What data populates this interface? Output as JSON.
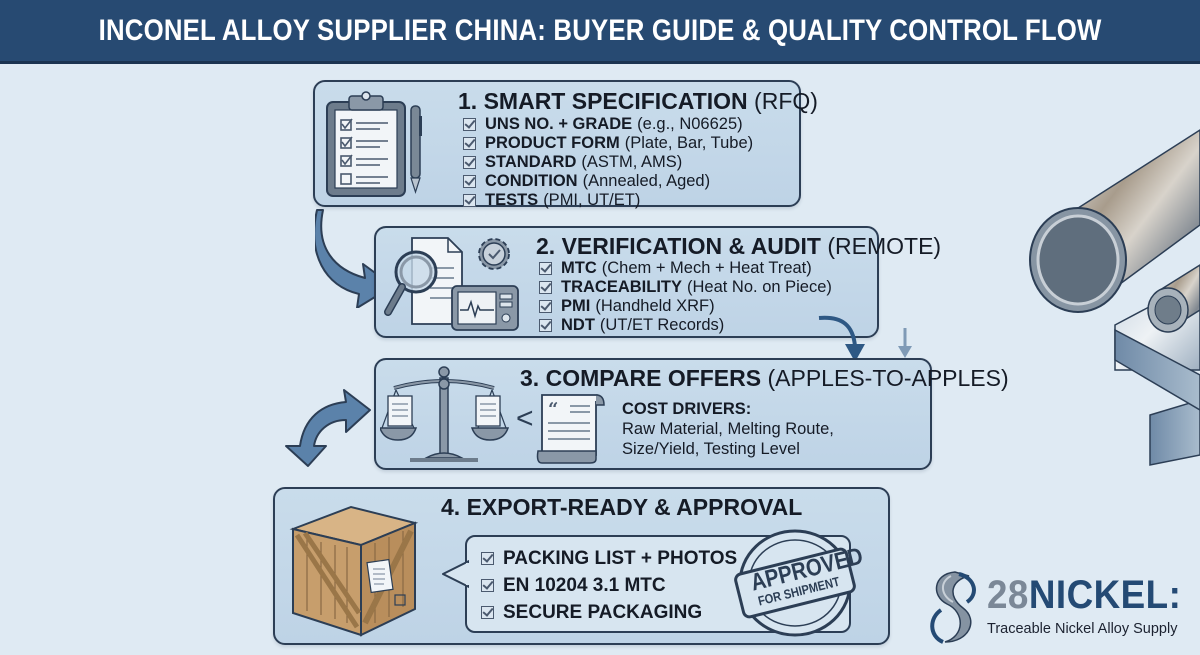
{
  "header": {
    "title": "INCONEL ALLOY SUPPLIER CHINA: BUYER GUIDE & QUALITY CONTROL FLOW"
  },
  "colors": {
    "header_bg": "#274a72",
    "page_bg": "#dfeaf3",
    "step_bg": "#c4d8e9",
    "border": "#2c3e55",
    "arrow": "#5b82aa",
    "brand": "#244a74"
  },
  "steps": [
    {
      "number": "1.",
      "title": "SMART SPECIFICATION",
      "subtitle": "(RFQ)",
      "icon": "clipboard-checklist-icon",
      "items": [
        {
          "label": "UNS NO. + GRADE",
          "detail": "(e.g., N06625)"
        },
        {
          "label": "PRODUCT FORM",
          "detail": "(Plate, Bar, Tube)"
        },
        {
          "label": "STANDARD",
          "detail": "(ASTM, AMS)"
        },
        {
          "label": "CONDITION",
          "detail": "(Annealed, Aged)"
        },
        {
          "label": "TESTS",
          "detail": "(PMI, UT/ET)"
        }
      ]
    },
    {
      "number": "2.",
      "title": "VERIFICATION & AUDIT",
      "subtitle": "(REMOTE)",
      "icon": "document-magnifier-gear-monitor-icon",
      "items": [
        {
          "label": "MTC",
          "detail": "(Chem + Mech + Heat Treat)"
        },
        {
          "label": "TRACEABILITY",
          "detail": "(Heat No. on Piece)"
        },
        {
          "label": "PMI",
          "detail": "(Handheld XRF)"
        },
        {
          "label": "NDT",
          "detail": "(UT/ET Records)"
        }
      ]
    },
    {
      "number": "3.",
      "title": "COMPARE OFFERS",
      "subtitle": "(APPLES-TO-APPLES)",
      "icon": "balance-scale-icon",
      "cost_heading": "COST DRIVERS:",
      "cost_line1": "Raw Material, Melting Route,",
      "cost_line2": "Size/Yield, Testing Level"
    },
    {
      "number": "4.",
      "title": "EXPORT-READY & APPROVAL",
      "icon": "wooden-crate-icon",
      "items": [
        {
          "label": "PACKING LIST + PHOTOS"
        },
        {
          "label": "EN 10204 3.1 MTC"
        },
        {
          "label": "SECURE PACKAGING"
        }
      ],
      "stamp_line1": "APPROVED",
      "stamp_line2": "FOR SHIPMENT"
    }
  ],
  "brand": {
    "number": "28",
    "name": "NICKEL:",
    "tagline": "Traceable Nickel Alloy Supply"
  },
  "illustration": {
    "icon": "metal-tubes-plates-icon"
  }
}
